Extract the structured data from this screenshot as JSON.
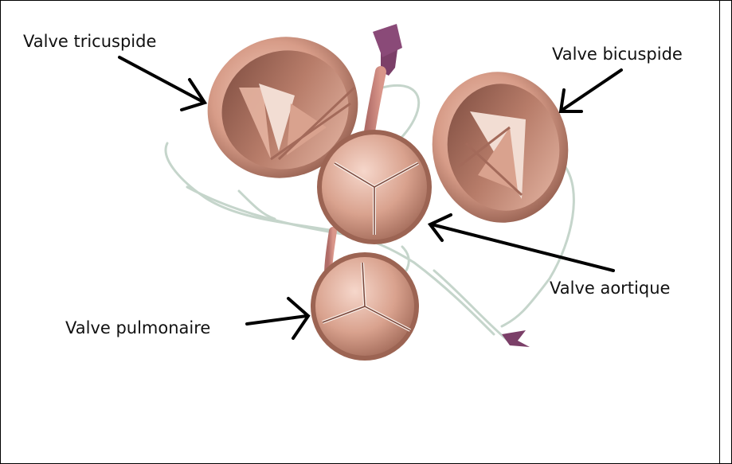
{
  "labels": {
    "tricuspid": "Valve tricuspide",
    "bicuspid": "Valve bicuspide",
    "aortic": "Valve aortique",
    "pulmonary": "Valve pulmonaire"
  },
  "colors": {
    "valve_skin": "#d9a28e",
    "valve_shadow": "#8f5a4b",
    "valve_light": "#f0c6b4",
    "chord": "#c7d6cd",
    "vessel": "#7b3f68",
    "arrow": "#000000"
  }
}
